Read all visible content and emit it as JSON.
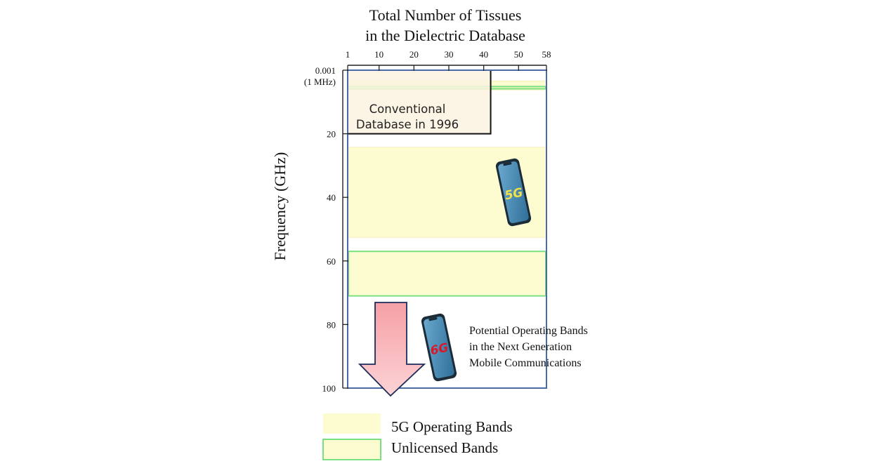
{
  "top_axis": {
    "title_line1": "Total Number of Tissues",
    "title_line2": "in the Dielectric Database",
    "ticks": [
      {
        "label": "1",
        "value": 1
      },
      {
        "label": "10",
        "value": 10
      },
      {
        "label": "20",
        "value": 20
      },
      {
        "label": "30",
        "value": 30
      },
      {
        "label": "40",
        "value": 40
      },
      {
        "label": "50",
        "value": 50
      },
      {
        "label": "58",
        "value": 58
      }
    ],
    "range": [
      1,
      58
    ]
  },
  "left_axis": {
    "title": "Frequency (GHz)",
    "ticks": [
      {
        "label": "0.001",
        "sublabel": "(1 MHz)",
        "value": 0
      },
      {
        "label": "20",
        "value": 20
      },
      {
        "label": "40",
        "value": 40
      },
      {
        "label": "60",
        "value": 60
      },
      {
        "label": "80",
        "value": 80
      },
      {
        "label": "100",
        "value": 100
      }
    ],
    "range": [
      0,
      100
    ]
  },
  "conventional_database": {
    "label_line1": "Conventional",
    "label_line2": "Database in 1996",
    "tissues": 42,
    "max_frequency_ghz": 20
  },
  "bands_5g": [
    {
      "from_ghz": 3.4,
      "to_ghz": 6.2
    },
    {
      "from_ghz": 24.25,
      "to_ghz": 52.6
    },
    {
      "from_ghz": 57,
      "to_ghz": 71
    }
  ],
  "bands_unlicensed": [
    {
      "from_ghz": 5.15,
      "to_ghz": 5.85
    },
    {
      "from_ghz": 57,
      "to_ghz": 71
    }
  ],
  "phones": {
    "phone_5g_label": "5G",
    "phone_6g_label": "6G"
  },
  "next_gen_note": {
    "line1": "Potential Operating Bands",
    "line2": "in the Next Generation",
    "line3": "Mobile Communications"
  },
  "legend": {
    "item_5g": "5G Operating Bands",
    "item_unlicensed": "Unlicensed Bands"
  },
  "colors": {
    "band_fill": "#fdfbd0",
    "unlicensed_stroke": "#7be07f",
    "frame_stroke": "#4a6aa8",
    "conventional_fill": "#fcf3e0",
    "arrow_fill": "#f7a6ab",
    "phone_body": "#3f7fa9",
    "label_5g": "#f2e24a",
    "label_6g": "#d8182a"
  }
}
